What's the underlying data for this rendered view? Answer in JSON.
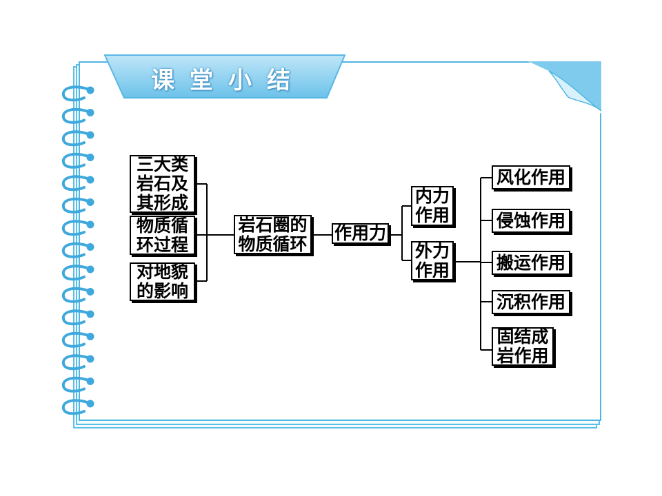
{
  "header": {
    "title": "课堂小结"
  },
  "diagram": {
    "left_nodes": [
      {
        "label": "三大类\n岩石及\n其形成"
      },
      {
        "label": "物质循\n环过程"
      },
      {
        "label": "对地貌\n的影响"
      }
    ],
    "center_node": {
      "label": "岩石圈的\n物质循环"
    },
    "force_node": {
      "label": "作用力"
    },
    "internal_node": {
      "label": "内力\n作用"
    },
    "external_node": {
      "label": "外力\n作用"
    },
    "external_processes": [
      {
        "label": "风化作用"
      },
      {
        "label": "侵蚀作用"
      },
      {
        "label": "搬运作用"
      },
      {
        "label": "沉积作用"
      },
      {
        "label": "固结成\n岩作用"
      }
    ]
  },
  "colors": {
    "accent": "#4fb6e3",
    "tab_fill": "#8fd3f2",
    "spiral": "#3fa9dd"
  }
}
